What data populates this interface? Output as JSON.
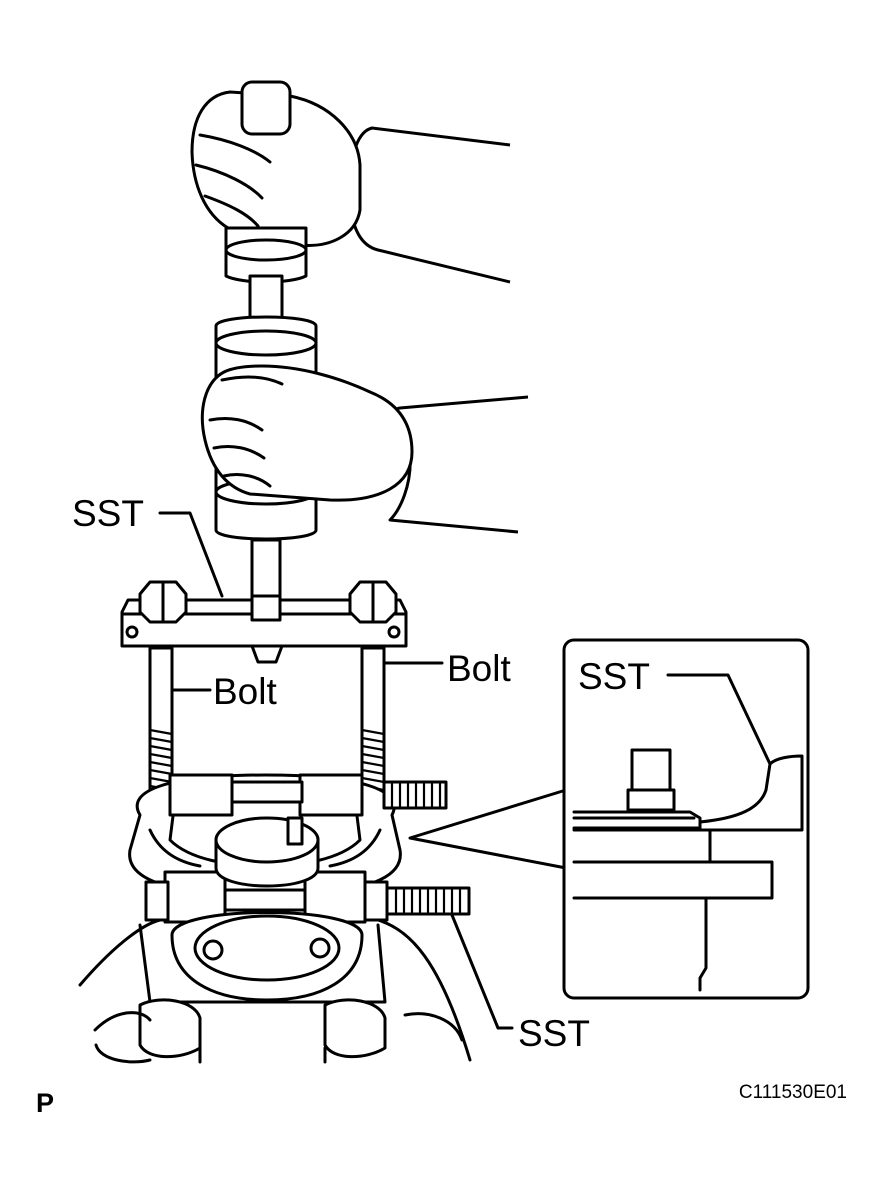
{
  "labels": {
    "sst_top": "SST",
    "bolt_left": "Bolt",
    "bolt_right": "Bolt",
    "sst_inset": "SST",
    "sst_bottom": "SST"
  },
  "corner_mark": "P",
  "figure_code": "C111530E01"
}
